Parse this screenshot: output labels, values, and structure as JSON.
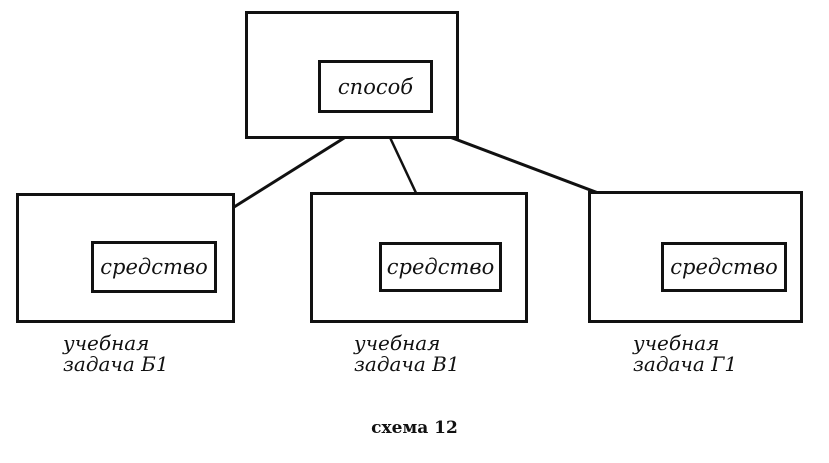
{
  "top": {
    "label": "способ"
  },
  "tasks": [
    {
      "label": "средство",
      "caption_line1": "учебная",
      "caption_line2": "задача Б1"
    },
    {
      "label": "средство",
      "caption_line1": "учебная",
      "caption_line2": "задача В1"
    },
    {
      "label": "средство",
      "caption_line1": "учебная",
      "caption_line2": "задача Г1"
    }
  ],
  "caption": "схема 12"
}
